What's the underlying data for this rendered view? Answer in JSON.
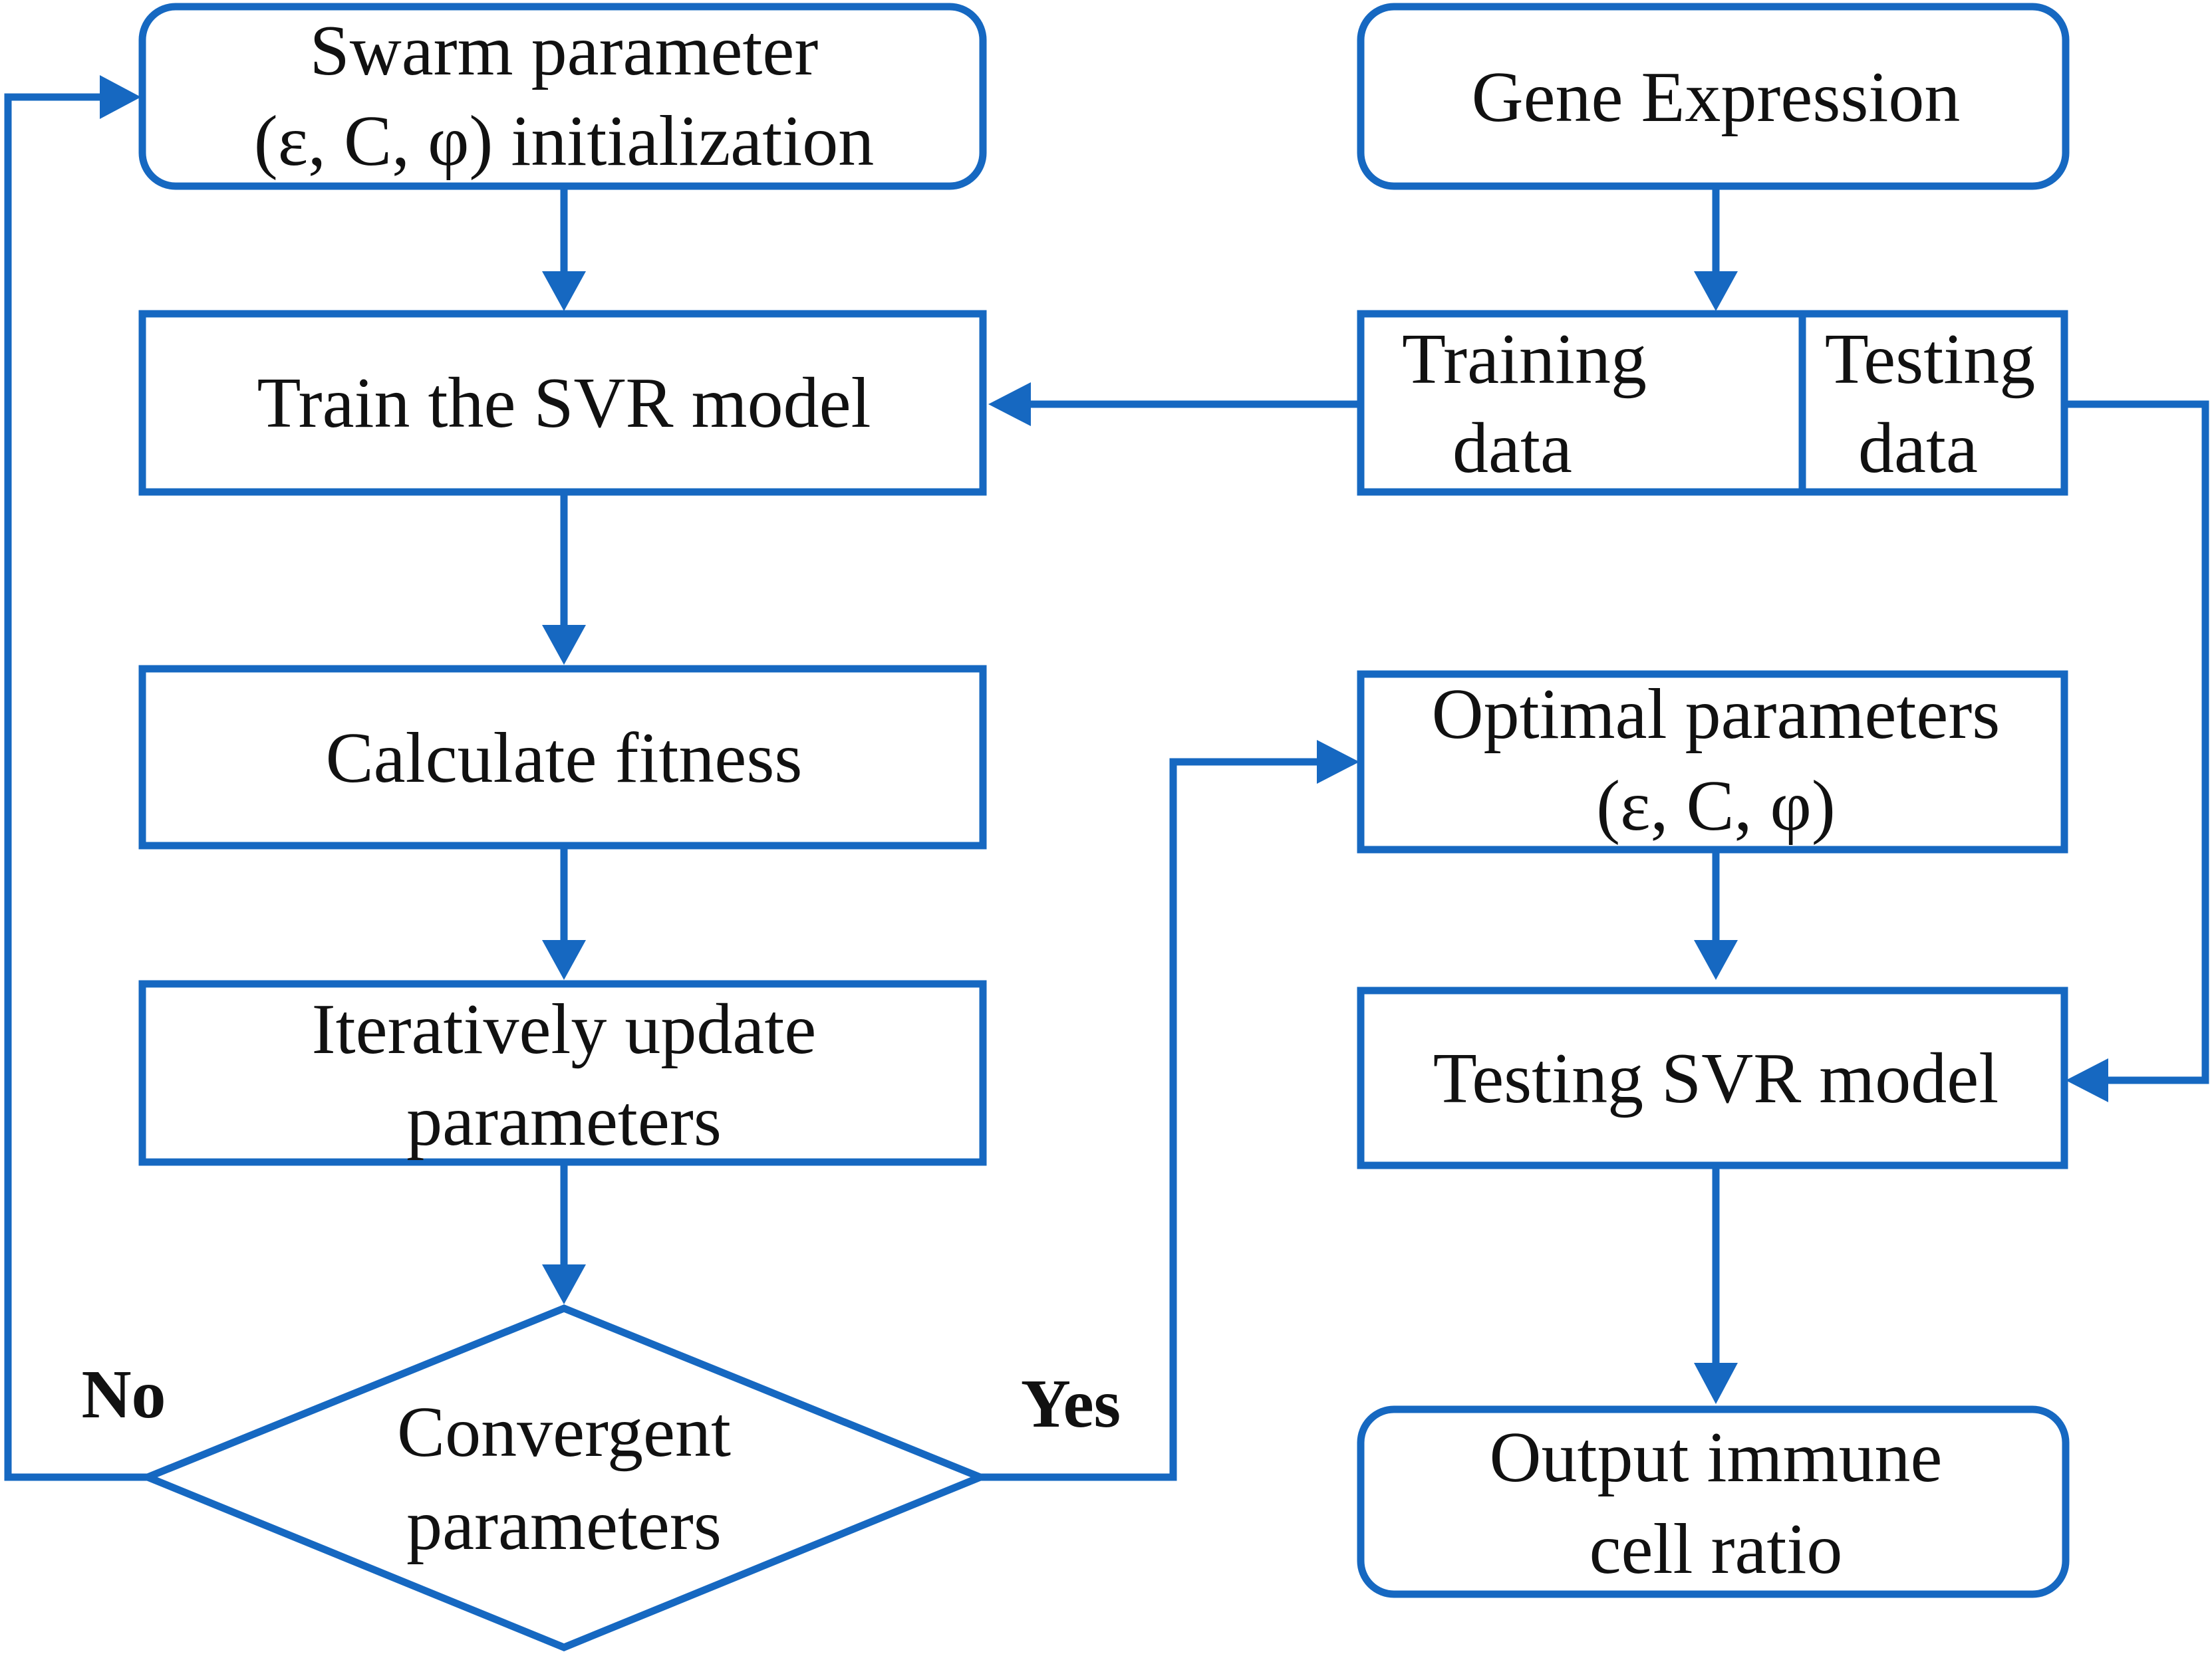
{
  "nodes": {
    "swarm_init": {
      "line1": "Swarm parameter",
      "line2": "(ε, C, φ) initialization"
    },
    "train_svr": {
      "label": "Train the SVR model"
    },
    "calc_fitness": {
      "label": "Calculate fitness"
    },
    "update_params": {
      "line1": "Iteratively update",
      "line2": "parameters"
    },
    "convergent": {
      "line1": "Convergent",
      "line2": "parameters"
    },
    "gene_expression": {
      "label": "Gene Expression"
    },
    "training_data": {
      "line1": "Training",
      "line2": "data"
    },
    "testing_data": {
      "line1": "Testing",
      "line2": "data"
    },
    "optimal_params": {
      "line1": "Optimal parameters",
      "line2": "(ε, C, φ)"
    },
    "testing_svr": {
      "label": "Testing SVR model"
    },
    "output_ratio": {
      "line1": "Output immune",
      "line2": "cell ratio"
    }
  },
  "edge_labels": {
    "no": "No",
    "yes": "Yes"
  },
  "colors": {
    "accent": "#1668c1",
    "text": "#111111"
  }
}
